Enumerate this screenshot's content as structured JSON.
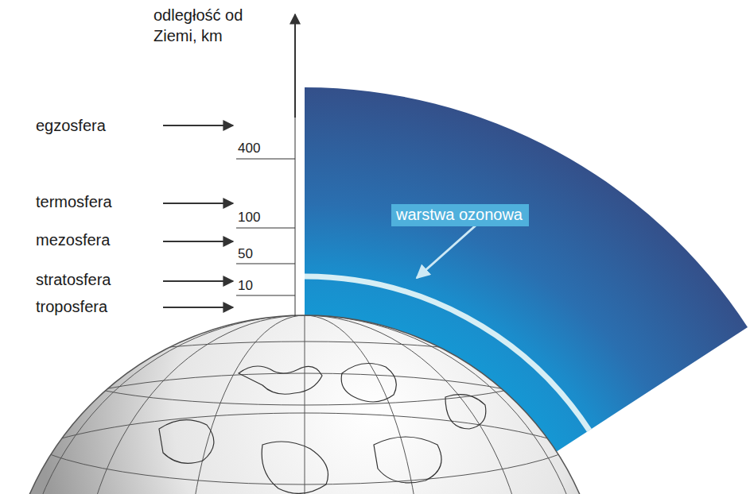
{
  "diagram": {
    "nodes": [
      {
        "text": [
          "warstwa ozonowa"
        ]
      }
    ],
    "labels": [
      "odległość od Ziemi, km",
      "egzosfera",
      "400",
      "termosfera",
      "100",
      "mezosfera",
      "50",
      "stratosfera",
      "10",
      "troposfera"
    ]
  }
}
